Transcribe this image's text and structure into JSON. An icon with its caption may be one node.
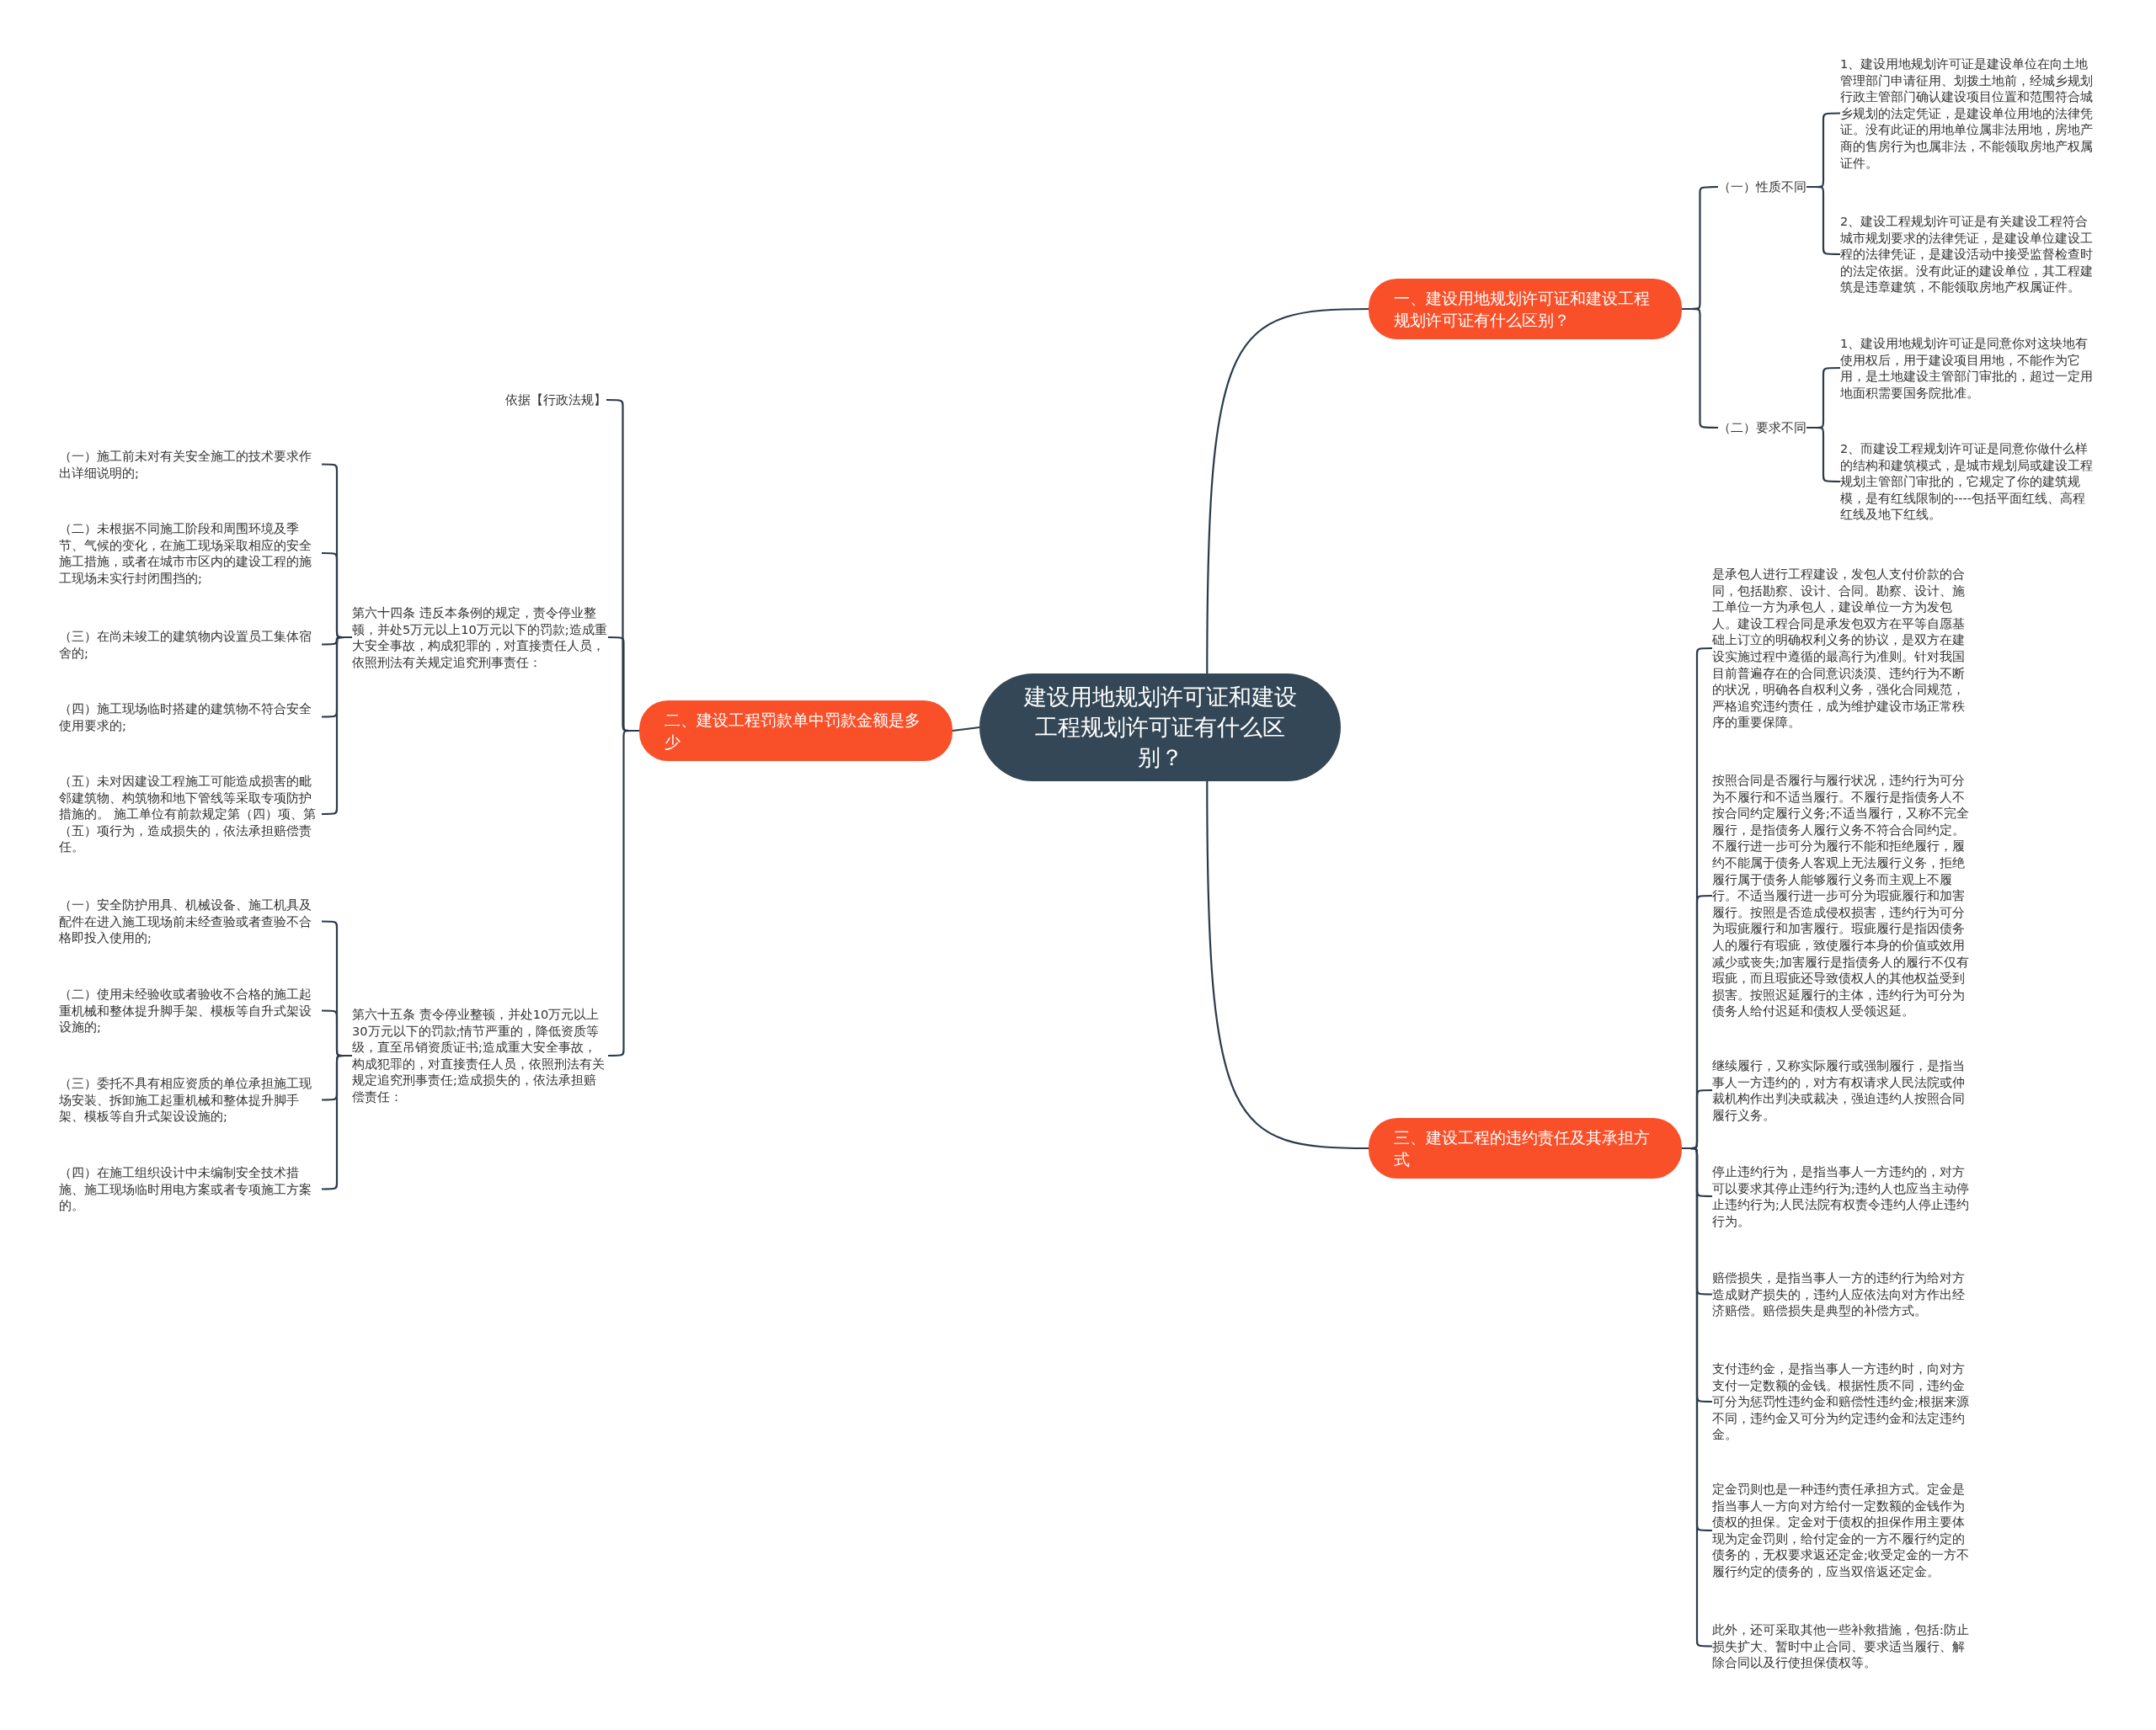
{
  "diagram": {
    "nodes": [
      {
        "text": [
          "建设用地规划许可证和建设工程规划许可证有什么区别？"
        ]
      },
      {
        "text": [
          "一、建设用地规划许可证和建设工程规划许可证有什么区别？"
        ]
      },
      {
        "text": [
          "（一）性质不同"
        ]
      },
      {
        "text": [
          "1、建设用地规划许可证是建设单位在向土地管理部门申请征用、划拨土地前，经城乡规划行政主管部门确认建设项目位置和范围符合城乡规划的法定凭证，是建设单位用地的法律凭证。没有此证的用地单位属非法用地，房地产商的售房行为也属非法，不能领取房地产权属证件。"
        ]
      },
      {
        "text": [
          "2、建设工程规划许可证是有关建设工程符合城市规划要求的法律凭证，是建设单位建设工程的法律凭证，是建设活动中接受监督检查时的法定依据。没有此证的建设单位，其工程建筑是违章建筑，不能领取房地产权属证件。"
        ]
      },
      {
        "text": [
          "（二）要求不同"
        ]
      },
      {
        "text": [
          "1、建设用地规划许可证是同意你对这块地有使用权后，用于建设项目用地，不能作为它用，是土地建设主管部门审批的，超过一定用地面积需要国务院批准。"
        ]
      },
      {
        "text": [
          "2、而建设工程规划许可证是同意你做什么样的结构和建筑模式，是城市规划局或建设工程规划主管部门审批的，它规定了你的建筑规模，是有红线限制的----包括平面红线、高程红线及地下红线。"
        ]
      },
      {
        "text": [
          "二、建设工程罚款单中罚款金额是多少"
        ]
      },
      {
        "text": [
          "依据【行政法规】"
        ]
      },
      {
        "text": [
          "第六十四条 违反本条例的规定，责令停业整顿，并处5万元以上10万元以下的罚款;造成重大安全事故，构成犯罪的，对直接责任人员，依照刑法有关规定追究刑事责任："
        ]
      },
      {
        "text": [
          "（一）施工前未对有关安全施工的技术要求作出详细说明的;"
        ]
      },
      {
        "text": [
          "（二）未根据不同施工阶段和周围环境及季节、气候的变化，在施工现场采取相应的安全施工措施，或者在城市市区内的建设工程的施工现场未实行封闭围挡的;"
        ]
      },
      {
        "text": [
          "（三）在尚未竣工的建筑物内设置员工集体宿舍的;"
        ]
      },
      {
        "text": [
          "（四）施工现场临时搭建的建筑物不符合安全使用要求的;"
        ]
      },
      {
        "text": [
          "（五）未对因建设工程施工可能造成损害的毗邻建筑物、构筑物和地下管线等采取专项防护措施的。 施工单位有前款规定第（四）项、第（五）项行为，造成损失的，依法承担赔偿责任。"
        ]
      },
      {
        "text": [
          "第六十五条 责令停业整顿，并处10万元以上30万元以下的罚款;情节严重的，降低资质等级，直至吊销资质证书;造成重大安全事故，构成犯罪的，对直接责任人员，依照刑法有关规定追究刑事责任;造成损失的，依法承担赔偿责任："
        ]
      },
      {
        "text": [
          "（一）安全防护用具、机械设备、施工机具及配件在进入施工现场前未经查验或者查验不合格即投入使用的;"
        ]
      },
      {
        "text": [
          "（二）使用未经验收或者验收不合格的施工起重机械和整体提升脚手架、模板等自升式架设设施的;"
        ]
      },
      {
        "text": [
          "（三）委托不具有相应资质的单位承担施工现场安装、拆卸施工起重机械和整体提升脚手架、模板等自升式架设设施的;"
        ]
      },
      {
        "text": [
          "（四）在施工组织设计中未编制安全技术措施、施工现场临时用电方案或者专项施工方案的。"
        ]
      },
      {
        "text": [
          "三、建设工程的违约责任及其承担方式"
        ]
      },
      {
        "text": [
          "是承包人进行工程建设，发包人支付价款的合同，包括勘察、设计、合同。勘察、设计、施工单位一方为承包人，建设单位一方为发包人。建设工程合同是承发包双方在平等自愿基础上订立的明确权利义务的协议，是双方在建设实施过程中遵循的最高行为准则。针对我国目前普遍存在的合同意识淡漠、违约行为不断的状况，明确各自权利义务，强化合同规范，严格追究违约责任，成为维护建设市场正常秩序的重要保障。"
        ]
      },
      {
        "text": [
          "按照合同是否履行与履行状况，违约行为可分为不履行和不适当履行。不履行是指债务人不按合同约定履行义务;不适当履行，又称不完全履行，是指债务人履行义务不符合合同约定。不履行进一步可分为履行不能和拒绝履行，履约不能属于债务人客观上无法履行义务，拒绝履行属于债务人能够履行义务而主观上不履行。不适当履行进一步可分为瑕疵履行和加害履行。按照是否造成侵权损害，违约行为可分为瑕疵履行和加害履行。瑕疵履行是指因债务人的履行有瑕疵，致使履行本身的价值或效用减少或丧失;加害履行是指债务人的履行不仅有瑕疵，而且瑕疵还导致债权人的其他权益受到损害。按照迟延履行的主体，违约行为可分为债务人给付迟延和债权人受领迟延。"
        ]
      },
      {
        "text": [
          "继续履行，又称实际履行或强制履行，是指当事人一方违约的，对方有权请求人民法院或仲裁机构作出判决或裁决，强迫违约人按照合同履行义务。"
        ]
      },
      {
        "text": [
          "停止违约行为，是指当事人一方违约的，对方可以要求其停止违约行为;违约人也应当主动停止违约行为;人民法院有权责令违约人停止违约行为。"
        ]
      },
      {
        "text": [
          "赔偿损失，是指当事人一方的违约行为给对方造成财产损失的，违约人应依法向对方作出经济赔偿。赔偿损失是典型的补偿方式。"
        ]
      },
      {
        "text": [
          "支付违约金，是指当事人一方违约时，向对方支付一定数额的金钱。根据性质不同，违约金可分为惩罚性违约金和赔偿性违约金;根据来源不同，违约金又可分为约定违约金和法定违约金。"
        ]
      },
      {
        "text": [
          "定金罚则也是一种违约责任承担方式。定金是指当事人一方向对方给付一定数额的金钱作为债权的担保。定金对于债权的担保作用主要体现为定金罚则，给付定金的一方不履行约定的债务的，无权要求返还定金;收受定金的一方不履行约定的债务的，应当双倍返还定金。"
        ]
      },
      {
        "text": [
          "此外，还可采取其他一些补救措施，包括:防止损失扩大、暂时中止合同、要求适当履行、解除合同以及行使担保债权等。"
        ]
      }
    ],
    "edges": [
      {
        "from": 0,
        "to": 1,
        "arrow": "none"
      },
      {
        "from": 1,
        "to": 2,
        "arrow": "none"
      },
      {
        "from": 2,
        "to": 3,
        "arrow": "none"
      },
      {
        "from": 2,
        "to": 4,
        "arrow": "none"
      },
      {
        "from": 1,
        "to": 5,
        "arrow": "none"
      },
      {
        "from": 5,
        "to": 6,
        "arrow": "none"
      },
      {
        "from": 5,
        "to": 7,
        "arrow": "none"
      },
      {
        "from": 0,
        "to": 8,
        "arrow": "none"
      },
      {
        "from": 8,
        "to": 9,
        "arrow": "none"
      },
      {
        "from": 8,
        "to": 10,
        "arrow": "none"
      },
      {
        "from": 10,
        "to": 11,
        "arrow": "none"
      },
      {
        "from": 10,
        "to": 12,
        "arrow": "none"
      },
      {
        "from": 10,
        "to": 13,
        "arrow": "none"
      },
      {
        "from": 10,
        "to": 14,
        "arrow": "none"
      },
      {
        "from": 10,
        "to": 15,
        "arrow": "none"
      },
      {
        "from": 8,
        "to": 16,
        "arrow": "none"
      },
      {
        "from": 16,
        "to": 17,
        "arrow": "none"
      },
      {
        "from": 16,
        "to": 18,
        "arrow": "none"
      },
      {
        "from": 16,
        "to": 19,
        "arrow": "none"
      },
      {
        "from": 16,
        "to": 20,
        "arrow": "none"
      },
      {
        "from": 0,
        "to": 21,
        "arrow": "none"
      },
      {
        "from": 21,
        "to": 22,
        "arrow": "none"
      },
      {
        "from": 21,
        "to": 23,
        "arrow": "none"
      },
      {
        "from": 21,
        "to": 24,
        "arrow": "none"
      },
      {
        "from": 21,
        "to": 25,
        "arrow": "none"
      },
      {
        "from": 21,
        "to": 26,
        "arrow": "none"
      },
      {
        "from": 21,
        "to": 27,
        "arrow": "none"
      },
      {
        "from": 21,
        "to": 28,
        "arrow": "none"
      },
      {
        "from": 21,
        "to": 29,
        "arrow": "none"
      }
    ]
  }
}
